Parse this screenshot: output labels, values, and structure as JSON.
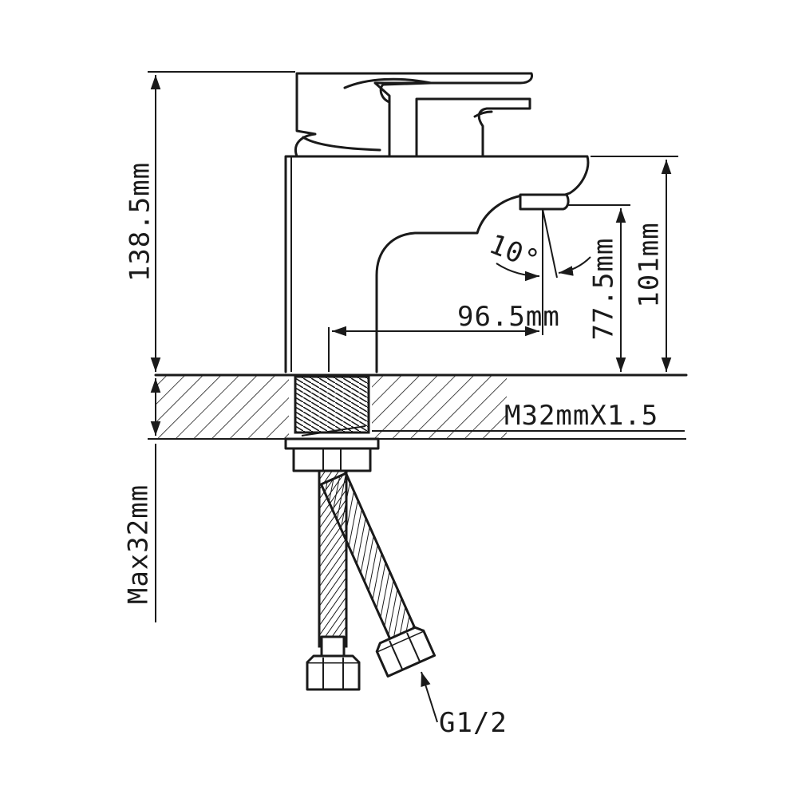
{
  "dimensions": {
    "total_height": "138.5mm",
    "spout_height": "101mm",
    "outlet_height": "77.5mm",
    "reach": "96.5mm",
    "angle": "10°",
    "thread": "M32mmX1.5",
    "max_deck": "Max32mm",
    "hose_thread": "G1/2"
  },
  "colors": {
    "line": "#1a1a1a",
    "background": "#ffffff"
  }
}
